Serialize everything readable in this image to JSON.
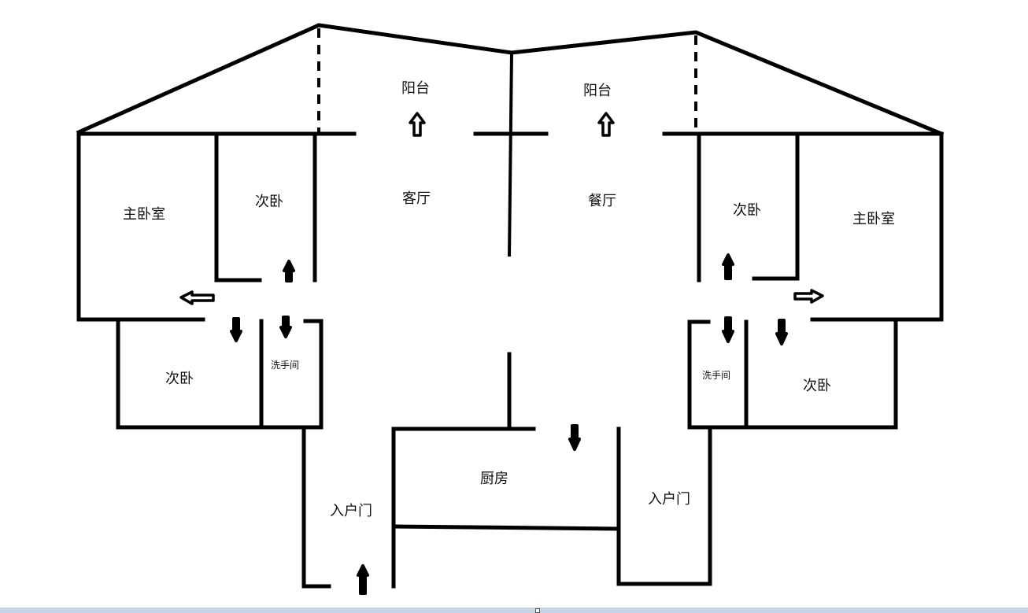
{
  "rooms": {
    "balcony_left": "阳台",
    "balcony_right": "阳台",
    "living_room": "客厅",
    "dining_room": "餐厅",
    "master_bedroom_left": "主卧室",
    "master_bedroom_right": "主卧室",
    "second_bedroom_left_top": "次卧",
    "second_bedroom_left_bottom": "次卧",
    "second_bedroom_right_top": "次卧",
    "second_bedroom_right_bottom": "次卧",
    "bathroom_left": "洗手间",
    "bathroom_right": "洗手间",
    "kitchen": "厨房",
    "entrance_left": "入户门",
    "entrance_right": "入户门"
  }
}
